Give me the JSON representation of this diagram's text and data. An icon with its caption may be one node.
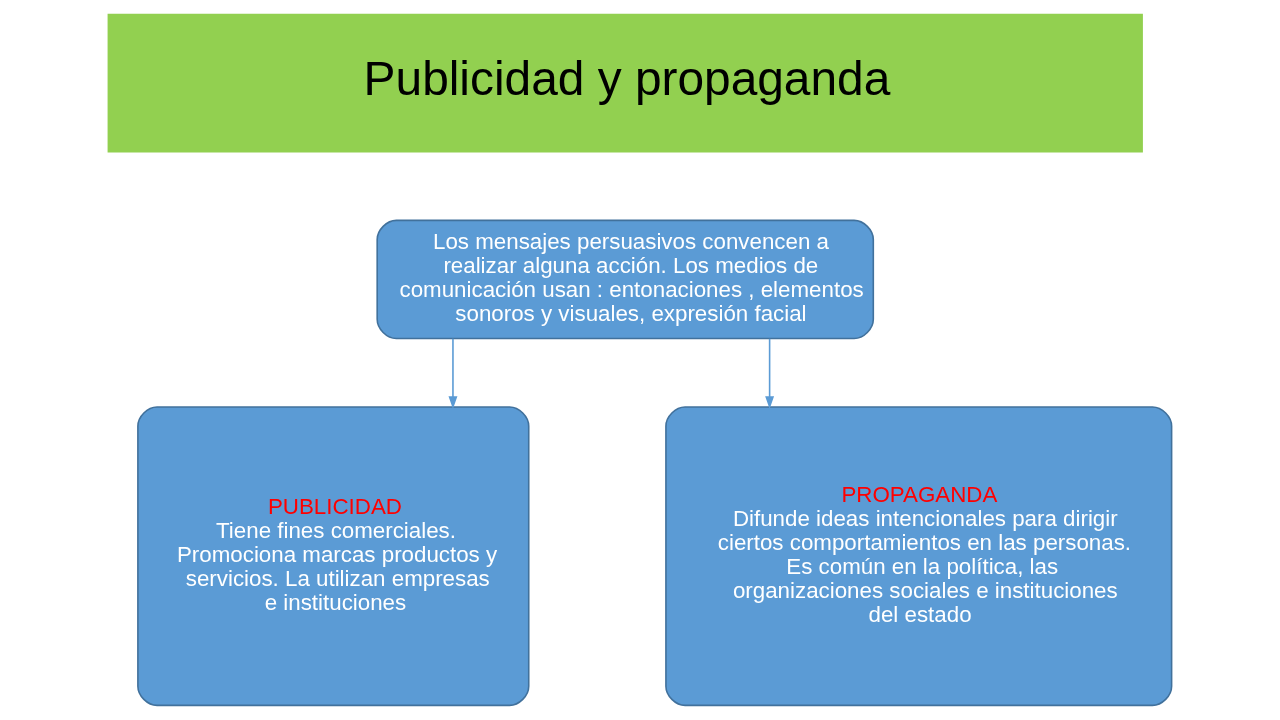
{
  "diagram": {
    "nodes": [
      {
        "text": [
          "Publicidad y propaganda"
        ]
      },
      {
        "text": [
          "Los mensajes persuasivos convencen a realizar alguna acción. Los medios de comunicación usan : entonaciones , elementos sonoros y visuales, expresión facial"
        ]
      },
      {
        "text": [
          "PUBLICIDAD",
          "Tiene fines comerciales. Promociona marcas productos y servicios. La utilizan empresas e instituciones"
        ]
      },
      {
        "text": [
          "PROPAGANDA",
          "Difunde ideas intencionales para dirigir ciertos comportamientos en las personas. Es común en la política, las organizaciones sociales e instituciones del estado"
        ]
      }
    ],
    "edges": [
      {
        "from": 1,
        "to": 2,
        "arrow": "to"
      },
      {
        "from": 1,
        "to": 3,
        "arrow": "to"
      }
    ]
  }
}
